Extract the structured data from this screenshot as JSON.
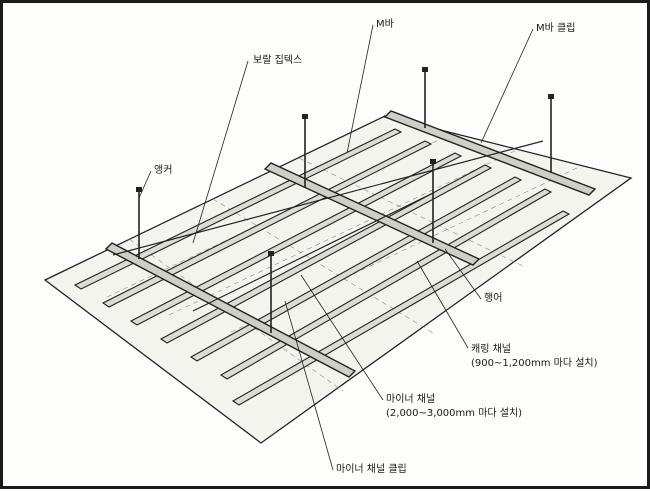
{
  "labels": {
    "m_bar": "M바",
    "m_bar_clip": "M바 클립",
    "insulation": "보랄 집텍스",
    "anchor": "앵커",
    "hanger": "행어",
    "carrying_channel": "캐링 채널",
    "carrying_channel_spacing": "(900~1,200mm 마다 설치)",
    "minor_channel": "마이너 채널",
    "minor_channel_spacing": "(2,000~3,000mm 마다 설치)",
    "minor_channel_clip": "마이너 채널 클립"
  }
}
